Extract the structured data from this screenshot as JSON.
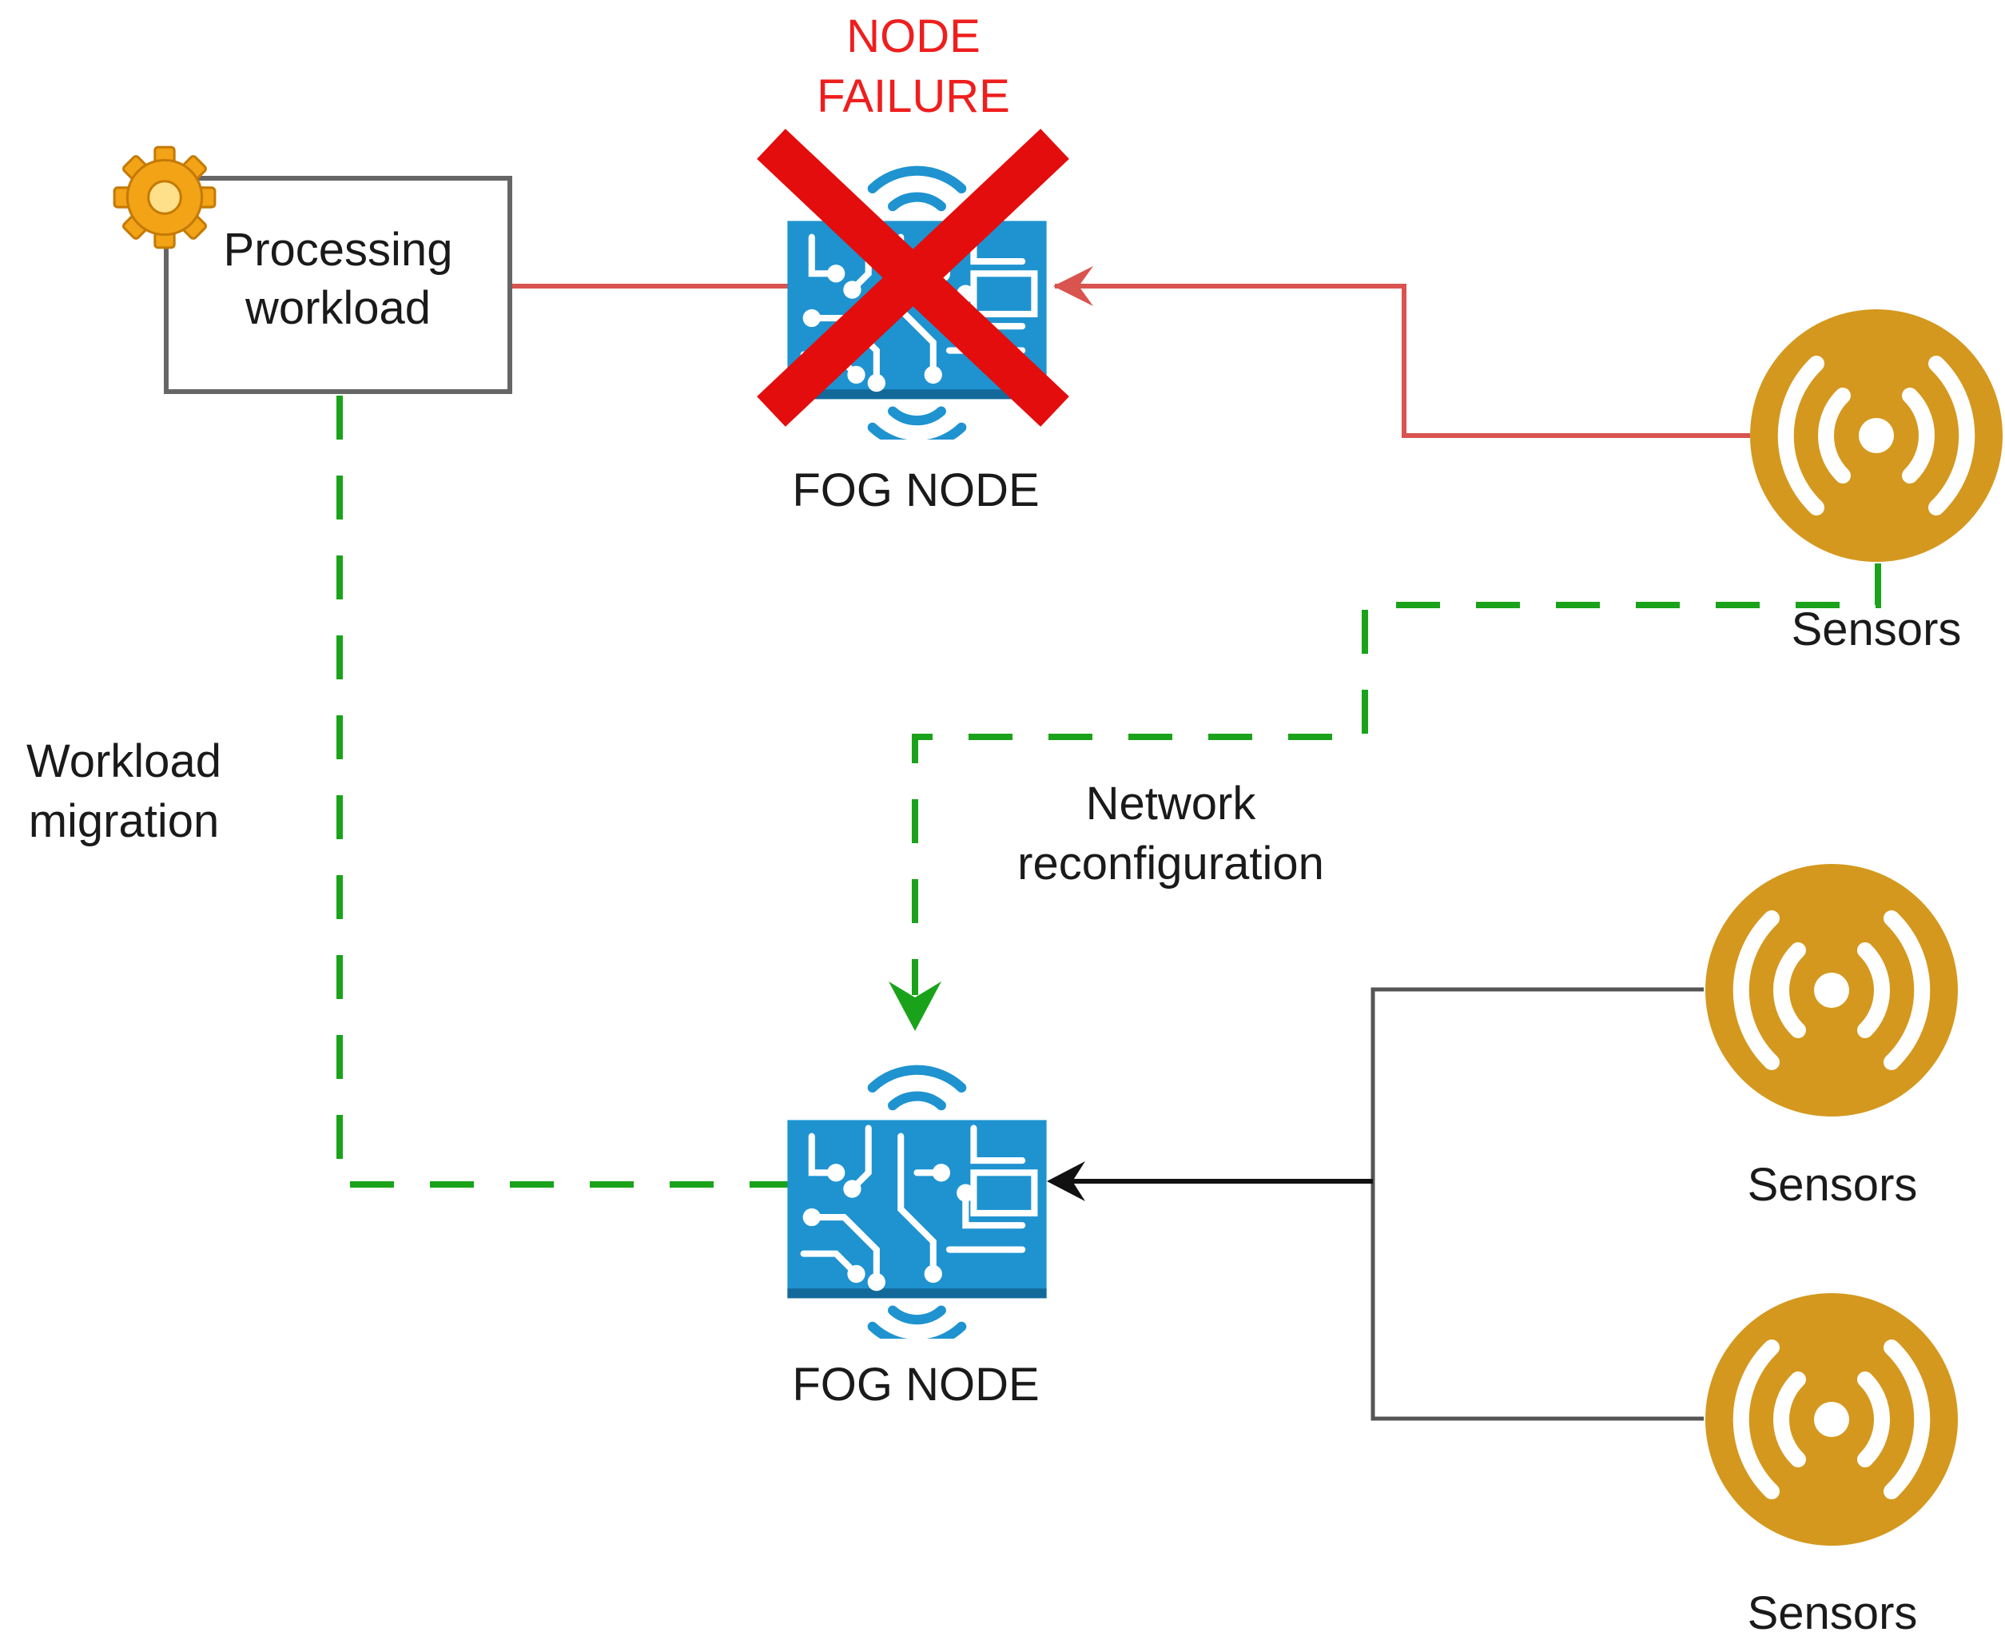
{
  "failure_label": [
    "NODE",
    "FAILURE"
  ],
  "processing_box": [
    "Processing",
    "workload"
  ],
  "fog_node_failed_label": "FOG NODE",
  "fog_node_active_label": "FOG NODE",
  "workload_migration_label": [
    "Workload",
    "migration"
  ],
  "network_reconfiguration_label": [
    "Network",
    "reconfiguration"
  ],
  "sensor_labels": [
    "Sensors",
    "Sensors",
    "Sensors"
  ],
  "colors": {
    "failed_link": "#d9534f",
    "migration_dashed": "#1aa31a",
    "failure_cross": "#e30d0d",
    "fog_node_blue": "#1e93d0",
    "sensor_gold": "#d4981e",
    "normal_link": "#555555",
    "active_arrow": "#111111"
  },
  "icons": {
    "processing_box": "gear-icon",
    "fog_node": "circuit-board-wireless-icon",
    "sensor": "wireless-sensor-icon",
    "failure": "red-x-icon"
  }
}
